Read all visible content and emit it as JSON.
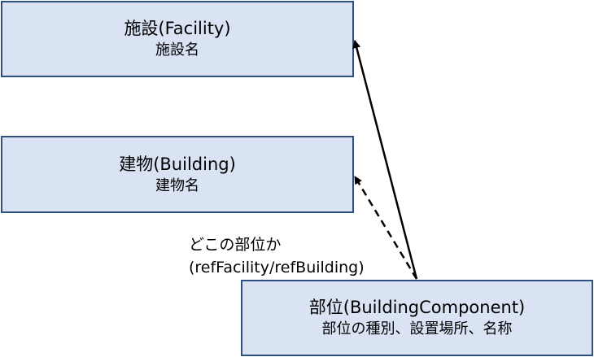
{
  "nodes": {
    "facility": {
      "title": "施設(Facility)",
      "subtitle": "施設名"
    },
    "building": {
      "title": "建物(Building)",
      "subtitle": "建物名"
    },
    "component": {
      "title": "部位(BuildingComponent)",
      "subtitle": "部位の種別、設置場所、名称"
    }
  },
  "edges": [
    {
      "from": "component",
      "to": "facility",
      "style": "solid"
    },
    {
      "from": "component",
      "to": "building",
      "style": "dashed"
    }
  ],
  "edge_label": {
    "line1": "どこの部位か",
    "line2": "(refFacility/refBuilding)"
  },
  "colors": {
    "box_fill": "#dae3f3",
    "box_border": "#2f4f7f",
    "arrow": "#000000"
  }
}
